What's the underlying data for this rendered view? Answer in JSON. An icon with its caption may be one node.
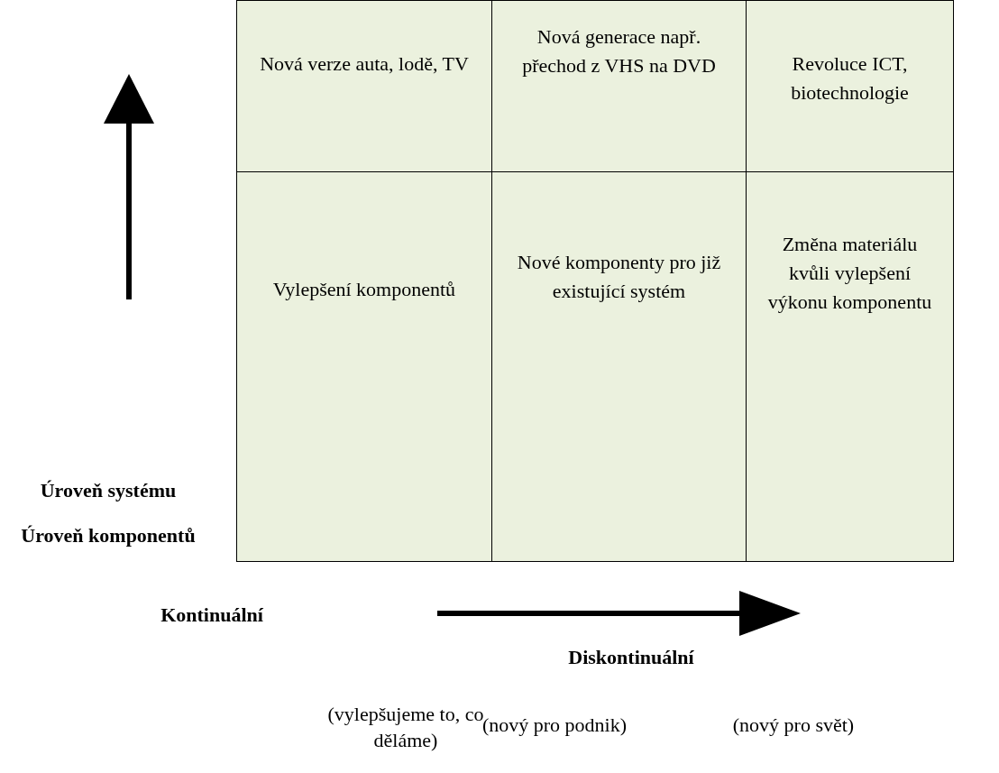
{
  "diagram": {
    "labels": [
      "Nová verze auta, lodě, TV",
      "Nová generace např. přechod z VHS na DVD",
      "Revoluce ICT, biotechnologie",
      "Vylepšení komponentů",
      "Nové komponenty pro již existující systém",
      "Změna materiálu kvůli vylepšení výkonu komponentu",
      "Úroveň systému",
      "Úroveň komponentů",
      "Kontinuální",
      "Diskontinuální",
      "(vylepšujeme to, co děláme)",
      "(nový pro podnik)",
      "(nový pro svět)"
    ]
  }
}
